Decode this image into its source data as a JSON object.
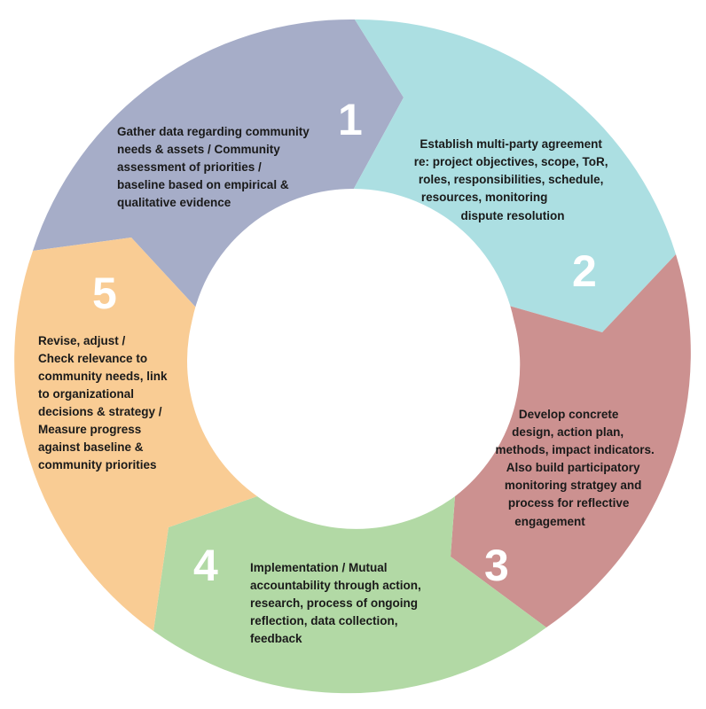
{
  "steps": [
    {
      "number": "1",
      "color": "#a6adc8",
      "lines": [
        "Gather data regarding community",
        "needs & assets / Community",
        "assessment of priorities /",
        "baseline based on empirical &",
        "qualitative evidence"
      ]
    },
    {
      "number": "2",
      "color": "#acdfe2",
      "lines": [
        "Establish multi-party agreement",
        "re: project objectives, scope, ToR,",
        "roles, responsibilities, schedule,",
        "resources, monitoring",
        "dispute resolution"
      ]
    },
    {
      "number": "3",
      "color": "#cc9190",
      "lines": [
        "Develop concrete",
        "design, action plan,",
        "methods, impact indicators.",
        "Also build participatory",
        "monitoring stratgey and",
        "process for reflective",
        "engagement"
      ]
    },
    {
      "number": "4",
      "color": "#b2d9a5",
      "lines": [
        "Implementation / Mutual",
        "accountability through action,",
        "research, process of ongoing",
        "reflection, data collection,",
        "feedback"
      ]
    },
    {
      "number": "5",
      "color": "#f9cc94",
      "lines": [
        "Revise, adjust /",
        "Check relevance to",
        "community needs, link",
        "to organizational",
        "decisions & strategy /",
        "Measure progress",
        "against baseline &",
        "community priorities"
      ]
    }
  ]
}
